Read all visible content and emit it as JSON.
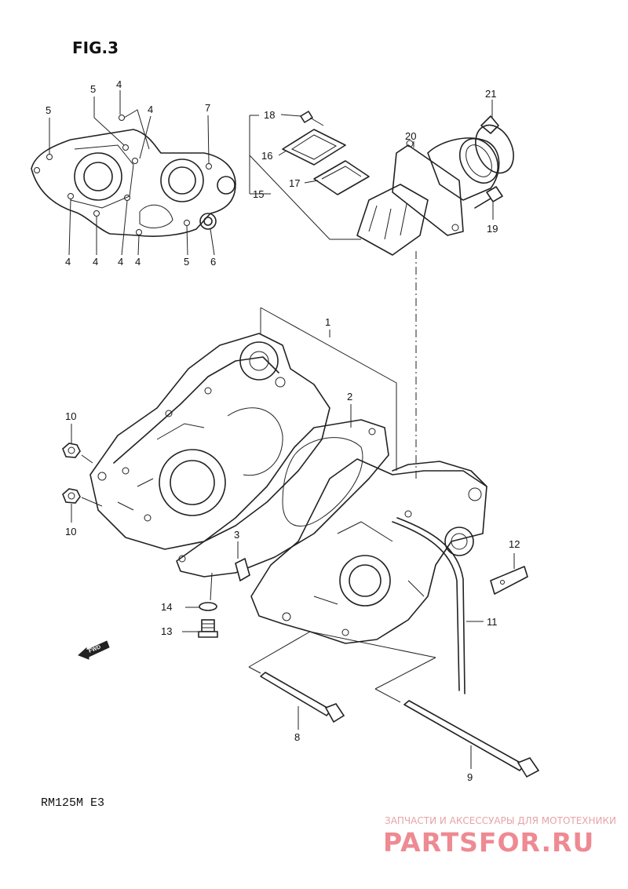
{
  "figure": {
    "title": "FIG.3",
    "model": "RM125M E3",
    "fwd_label": "FWD"
  },
  "watermark": {
    "tagline": "ЗАПЧАСТИ И АКСЕССУАРЫ ДЛЯ МОТОТЕХНИКИ",
    "brand": "PARTSFOR.RU",
    "color": "#ee8a92"
  },
  "callouts": {
    "c1": "1",
    "c2": "2",
    "c3": "3",
    "c4a": "4",
    "c4b": "4",
    "c4c": "4",
    "c4d": "4",
    "c4e": "4",
    "c4f": "4",
    "c5a": "5",
    "c5b": "5",
    "c5c": "5",
    "c6": "6",
    "c7": "7",
    "c8": "8",
    "c9": "9",
    "c10a": "10",
    "c10b": "10",
    "c11": "11",
    "c12": "12",
    "c13": "13",
    "c14": "14",
    "c15": "15",
    "c16": "16",
    "c17": "17",
    "c18": "18",
    "c19": "19",
    "c20": "20",
    "c21": "21"
  }
}
